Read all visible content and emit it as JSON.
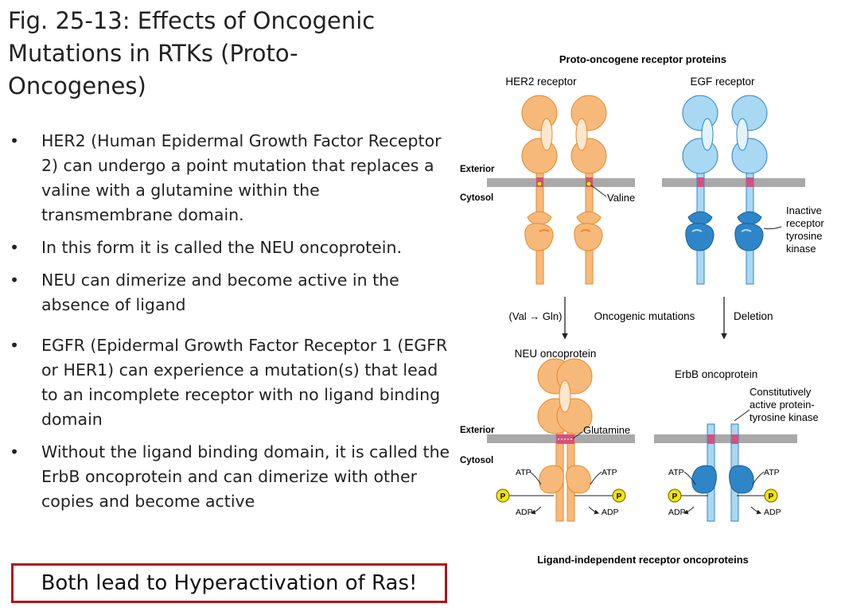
{
  "slide": {
    "title": "Fig. 25-13: Effects of Oncogenic Mutations in RTKs (Proto-Oncogenes)",
    "bullets": [
      "HER2 (Human Epidermal Growth Factor Receptor 2) can undergo a point mutation that replaces a valine with a glutamine within the transmembrane domain.",
      "In this form it is called the NEU oncoprotein.",
      "NEU can dimerize and become active in the absence of ligand",
      "EGFR (Epidermal Growth Factor Receptor 1 (EGFR or HER1) can experience a mutation(s) that lead to an incomplete receptor with no ligand binding domain",
      "Without the ligand binding domain, it is called the ErbB oncoprotein and can dimerize with other copies and become active"
    ],
    "callout": "Both lead to Hyperactivation of Ras!"
  },
  "figure": {
    "top_heading": "Proto-oncogene receptor proteins",
    "her2_label": "HER2 receptor",
    "egf_label": "EGF receptor",
    "exterior": "Exterior",
    "cytosol": "Cytosol",
    "valine": "Valine",
    "inactive_kinase": [
      "Inactive",
      "receptor",
      "tyrosine",
      "kinase"
    ],
    "val_gln": "(Val → Gln)",
    "oncogenic_mutations": "Oncogenic mutations",
    "deletion": "Deletion",
    "neu_label": "NEU oncoprotein",
    "erbb_label": "ErbB oncoprotein",
    "constitutive": [
      "Constitutively",
      "active protein-",
      "tyrosine kinase"
    ],
    "glutamine": "Glutamine",
    "atp": "ATP",
    "adp": "ADP",
    "p": "P",
    "bottom_heading": "Ligand-independent receptor oncoproteins",
    "colors": {
      "orange_fill": "#f7b97a",
      "orange_dark": "#e58a2e",
      "blue_fill": "#a9d8f3",
      "blue_dark": "#2e86c9",
      "membrane": "#a9a9a9",
      "pink": "#d4517f",
      "yellow": "#f2e600"
    }
  }
}
